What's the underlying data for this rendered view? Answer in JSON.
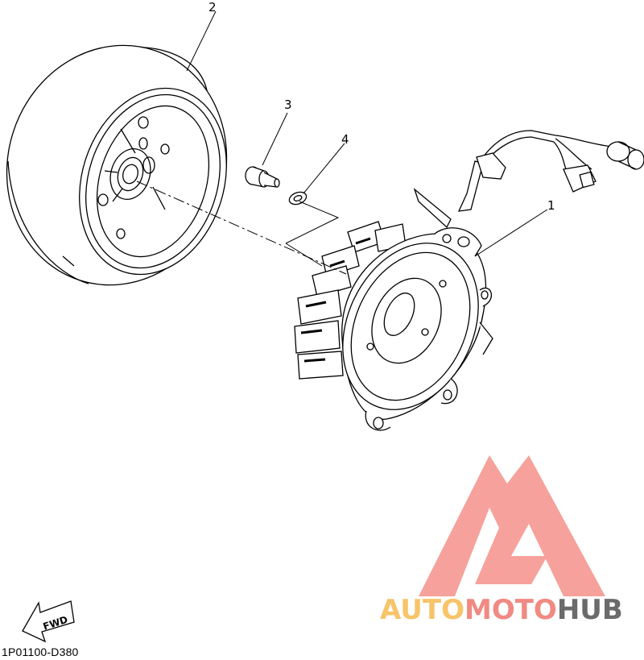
{
  "callouts": [
    "1",
    "2",
    "3",
    "4"
  ],
  "direction_label": "FWD",
  "diagram_code": "1P01100-D380",
  "watermark": {
    "part1": "AUTO",
    "part2": "MOTO",
    "part3": "HUB",
    "colors": {
      "part1": "#F7C46A",
      "part2": "#F08A82",
      "part3": "#6B6B6B",
      "logo": "#F5918A"
    }
  }
}
